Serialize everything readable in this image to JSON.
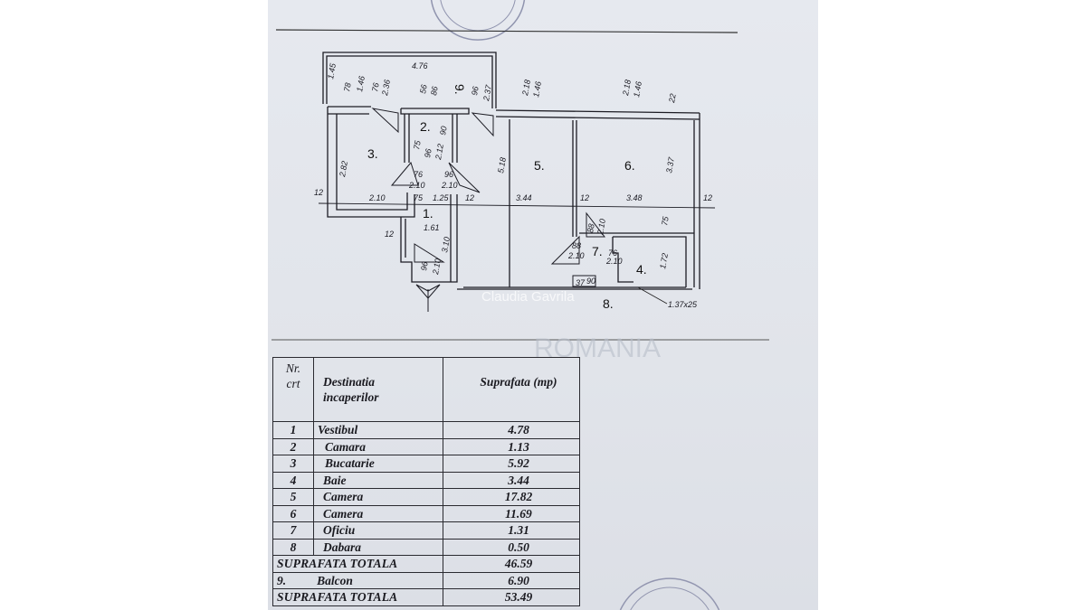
{
  "plan": {
    "rooms": {
      "r1": "1.",
      "r2": "2.",
      "r3": "3.",
      "r4": "4.",
      "r5": "5.",
      "r6": "6.",
      "r7": "7.",
      "r8": "8.",
      "r9": "9."
    },
    "dims": {
      "d476": "4.76",
      "d145": "1.45",
      "d78": "78",
      "d146a": "1.46",
      "d76a": "76",
      "d236": "2.36",
      "d56": "56",
      "d86": "86",
      "d96a": "96",
      "d237": "2.37",
      "d218a": "2.18",
      "d146b": "1.46",
      "d218b": "2.18",
      "d146c": "1.46",
      "d22": "22",
      "d282": "2.82",
      "d75a": "75",
      "d90": "90",
      "d96b": "96",
      "d212": "2.12",
      "d76b": "76",
      "d210a": "2.10",
      "d96c": "96",
      "d210b": "2.10",
      "d518": "5.18",
      "d337": "3.37",
      "d12a": "12",
      "d210c": "2.10",
      "d75b": "75",
      "d125": "1.25",
      "d12b": "12",
      "d344": "3.44",
      "d12c": "12",
      "d348": "3.48",
      "d12d": "12",
      "d161": "1.61",
      "d12e": "12",
      "d310": "3.10",
      "d96d": "96",
      "d210d": "2.10",
      "d88a": "88",
      "d210e": "2.10",
      "d88b": "88",
      "d210f": "2.10",
      "d76c": "76",
      "d210g": "2.10",
      "d75c": "75",
      "d172": "1.72",
      "d37": "37",
      "d90b": "90",
      "d137": "1.37x25"
    },
    "watermark": "Claudia Gavrila",
    "watermark_logo": "ROMANIA"
  },
  "table": {
    "header": {
      "nr": "Nr.",
      "crt": "crt",
      "dest1": "Destinatia",
      "dest2": "incaperilor",
      "area": "Suprafata (mp)"
    },
    "rows": [
      {
        "nr": "1",
        "name": "Vestibul",
        "area": "4.78"
      },
      {
        "nr": "2",
        "name": "Camara",
        "area": "1.13"
      },
      {
        "nr": "3",
        "name": "Bucatarie",
        "area": "5.92"
      },
      {
        "nr": "4",
        "name": "Baie",
        "area": "3.44"
      },
      {
        "nr": "5",
        "name": "Camera",
        "area": "17.82"
      },
      {
        "nr": "6",
        "name": "Camera",
        "area": "11.69"
      },
      {
        "nr": "7",
        "name": "Oficiu",
        "area": "1.31"
      },
      {
        "nr": "8",
        "name": "Dabara",
        "area": "0.50"
      }
    ],
    "total1": {
      "label": "SUPRAFATA TOTALA",
      "area": "46.59"
    },
    "balcon": {
      "nr": "9.",
      "name": "Balcon",
      "area": "6.90"
    },
    "total2": {
      "label": "SUPRAFATA TOTALA",
      "area": "53.49"
    }
  }
}
